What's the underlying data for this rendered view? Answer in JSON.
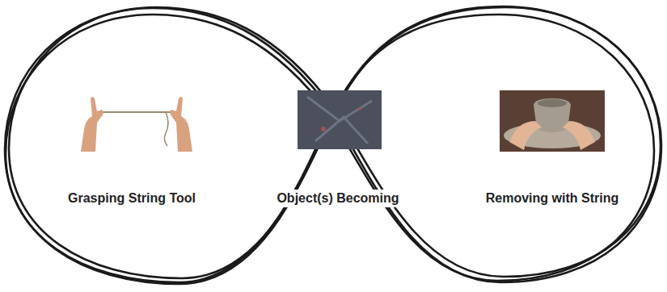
{
  "diagram": {
    "labels": [
      "Grasping String Tool",
      "Object(s) Becoming",
      "Removing with String"
    ]
  }
}
